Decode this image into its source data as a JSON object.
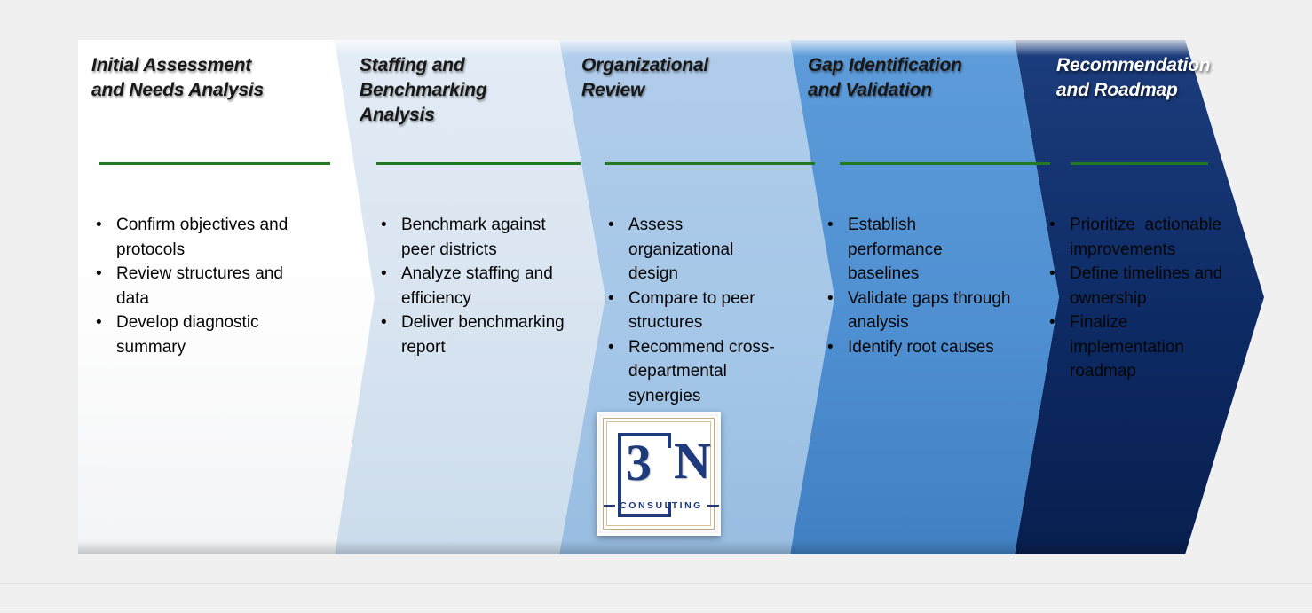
{
  "diagram": {
    "stages": [
      {
        "title": "Initial Assessment and Needs Analysis",
        "bullets": [
          "Confirm objectives and protocols",
          "Review structures and data",
          "Develop diagnostic summary"
        ],
        "fill": "#fdfdfd",
        "text_color": "#181818"
      },
      {
        "title": "Staffing and Benchmarking Analysis",
        "bullets": [
          "Benchmark against peer districts",
          "Analyze staffing and efficiency",
          "Deliver benchmarking report"
        ],
        "fill": "#d8e4f0",
        "text_color": "#181818"
      },
      {
        "title": "Organizational Review",
        "bullets": [
          "Assess organizational design",
          "Compare to peer structures",
          "Recommend cross-departmental synergies"
        ],
        "fill": "#a6c7e8",
        "text_color": "#181818"
      },
      {
        "title": "Gap Identification and Validation",
        "bullets": [
          "Establish performance baselines",
          "Validate gaps through analysis",
          "Identify root causes"
        ],
        "fill": "#4f90d2",
        "text_color": "#181818"
      },
      {
        "title": "Recommendation and Roadmap",
        "bullets": [
          "Prioritize  actionable improvements",
          "Define timelines and ownership",
          "Finalize implementation roadmap"
        ],
        "fill": "#0d2a64",
        "text_color": "#ffffff"
      }
    ],
    "divider_rule_color": "#217a21",
    "logo": {
      "number": "3",
      "letter": "N",
      "caption": "CONSULTING",
      "navy": "#1d3a7c",
      "frame_tan": "#c2ab7d"
    }
  }
}
